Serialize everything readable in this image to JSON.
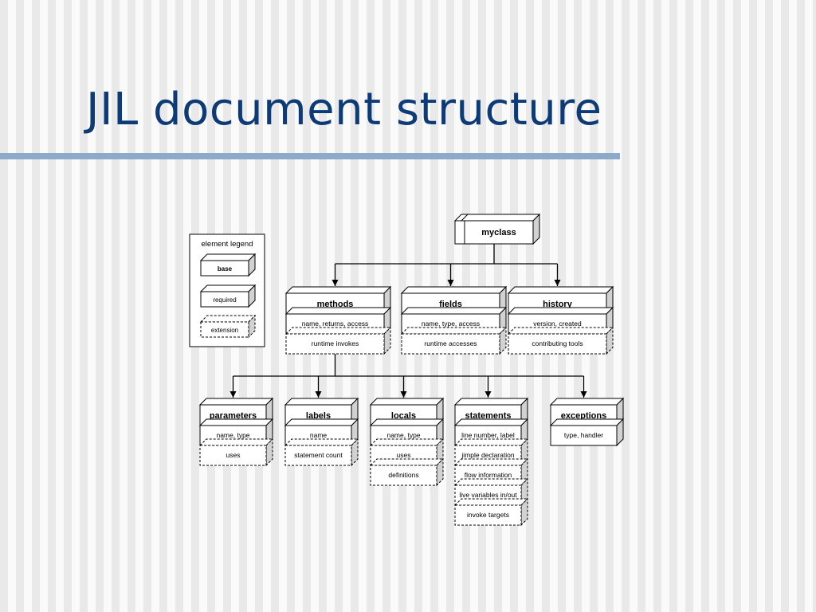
{
  "slide": {
    "title": "JIL document structure"
  },
  "legend": {
    "title": "element legend",
    "base": "base",
    "required": "required",
    "extension": "extension"
  },
  "root": {
    "name": "myclass"
  },
  "level1": [
    {
      "name": "methods",
      "required": [
        "name, returns, access"
      ],
      "extensions": [
        "runtime invokes"
      ]
    },
    {
      "name": "fields",
      "required": [
        "name, type, access"
      ],
      "extensions": [
        "runtime accesses"
      ]
    },
    {
      "name": "history",
      "required": [
        "version, created"
      ],
      "extensions": [
        "contributing tools"
      ]
    }
  ],
  "level2": [
    {
      "name": "parameters",
      "required": [
        "name, type"
      ],
      "extensions": [
        "uses"
      ]
    },
    {
      "name": "labels",
      "required": [
        "name"
      ],
      "extensions": [
        "statement count"
      ]
    },
    {
      "name": "locals",
      "required": [
        "name, type"
      ],
      "extensions": [
        "uses",
        "definitions"
      ]
    },
    {
      "name": "statements",
      "required": [
        "line number, label"
      ],
      "extensions": [
        "jimple declaration",
        "flow information",
        "live variables in/out",
        "invoke targets"
      ]
    },
    {
      "name": "exceptions",
      "required": [
        "type, handler"
      ],
      "extensions": []
    }
  ]
}
